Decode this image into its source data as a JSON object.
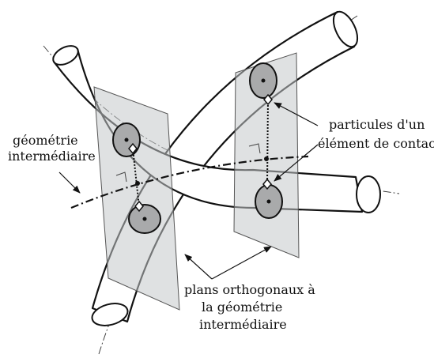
{
  "labels": {
    "intermediate_geometry": [
      "géométrie",
      "intermédiaire"
    ],
    "contact_particles": [
      "particules d'un",
      "élément de contact"
    ],
    "orthogonal_planes": [
      "plans orthogonaux à",
      "la géométrie",
      "intermédiaire"
    ]
  },
  "colors": {
    "stroke": "#111111",
    "plane_fill": "#c4c8cb",
    "section_fill": "#a9aaab",
    "background": "#ffffff"
  }
}
